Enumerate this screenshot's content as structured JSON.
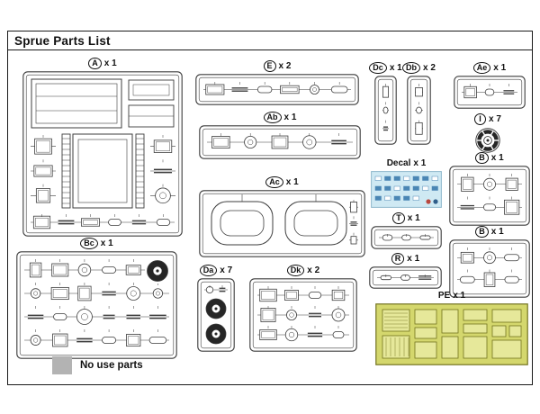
{
  "page": {
    "title": "Sprue Parts List",
    "legend": {
      "label": "No use parts"
    }
  },
  "colors": {
    "border": "#1a1a1a",
    "line": "#3c3c3c",
    "wheel_dark": "#262626",
    "decal_bg": "#cfe9f3",
    "decal_ink": "#4a86b4",
    "decal_edge": "#8fb8cc",
    "pe_bg": "#d4d76d",
    "pe_part": "#e6e89a",
    "pe_line": "#72731f",
    "swatch": "#b3b3b3"
  },
  "sprues": [
    {
      "code": "A",
      "qty": "x 1"
    },
    {
      "code": "E",
      "qty": "x 2"
    },
    {
      "code": "Dc",
      "qty": "x 1"
    },
    {
      "code": "Db",
      "qty": "x 2"
    },
    {
      "code": "Ae",
      "qty": "x 1"
    },
    {
      "code": "Ab",
      "qty": "x 1"
    },
    {
      "code": "I",
      "qty": "x 7"
    },
    {
      "code": "B",
      "qty": "x 1"
    },
    {
      "code": "Decal",
      "qty": "x 1"
    },
    {
      "code": "Ac",
      "qty": "x 1"
    },
    {
      "code": "T",
      "qty": "x 1"
    },
    {
      "code": "B",
      "qty": "x 1"
    },
    {
      "code": "Bc",
      "qty": "x 1"
    },
    {
      "code": "R",
      "qty": "x 1"
    },
    {
      "code": "Da",
      "qty": "x 7"
    },
    {
      "code": "Dk",
      "qty": "x 2"
    },
    {
      "code": "PE",
      "qty": "x 1"
    }
  ]
}
